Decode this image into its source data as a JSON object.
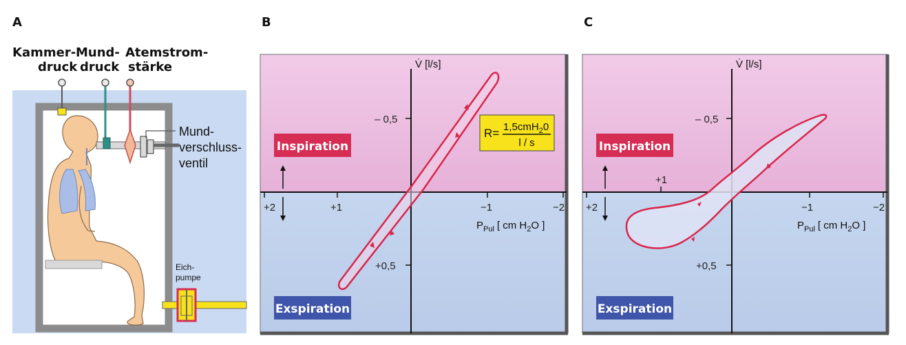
{
  "panel_a": {
    "letter": "A",
    "label_kammer_1": "Kammer-",
    "label_kammer_2": "druck",
    "label_mund_1": "Mund-",
    "label_mund_2": "druck",
    "label_atem_1": "Atemstrom-",
    "label_atem_2": "stärke",
    "valve_1": "Mund-",
    "valve_2": "verschluss-",
    "valve_3": "ventil",
    "pump_1": "Eich-",
    "pump_2": "pumpe"
  },
  "panel_b": {
    "letter": "B",
    "y_label": "V̇ [l/s]",
    "tick_y_neg": "– 0,5",
    "tick_y_pos": "+0,5",
    "tick_x_p2": "+2",
    "tick_x_p1": "+1",
    "tick_x_m1": "−1",
    "tick_x_m2": "−2",
    "x_label_p": "P",
    "x_label_sub": "Pul",
    "x_label_rest": "[ cm H",
    "x_label_sub2": "2",
    "x_label_end": "O ]",
    "inspiration": "Inspiration",
    "exspiration": "Exspiration",
    "formula_r": "R=",
    "formula_num": "1,5cmH",
    "formula_num_sub": "2",
    "formula_num_end": "0",
    "formula_den": "l / s"
  },
  "panel_c": {
    "letter": "C",
    "y_label": "V̇ [l/s]",
    "tick_y_neg": "– 0,5",
    "tick_y_pos": "+0,5",
    "tick_y_p1": "+1",
    "tick_x_p2": "+2",
    "tick_x_m1": "−1",
    "tick_x_m2": "−2",
    "x_label_p": "P",
    "x_label_sub": "Pul",
    "x_label_rest": "[ cm H",
    "x_label_sub2": "2",
    "x_label_end": "O ]",
    "inspiration": "Inspiration",
    "exspiration": "Exspiration"
  },
  "colors": {
    "inspiration_bg": "#efc6e3",
    "exspiration_bg": "#c4d4ee",
    "panel_a_bg": "#c9daf2",
    "loop": "#d8254a",
    "insp_label": "#d62d55",
    "exsp_label": "#3f55aa",
    "formula_box": "#f7e21c"
  }
}
